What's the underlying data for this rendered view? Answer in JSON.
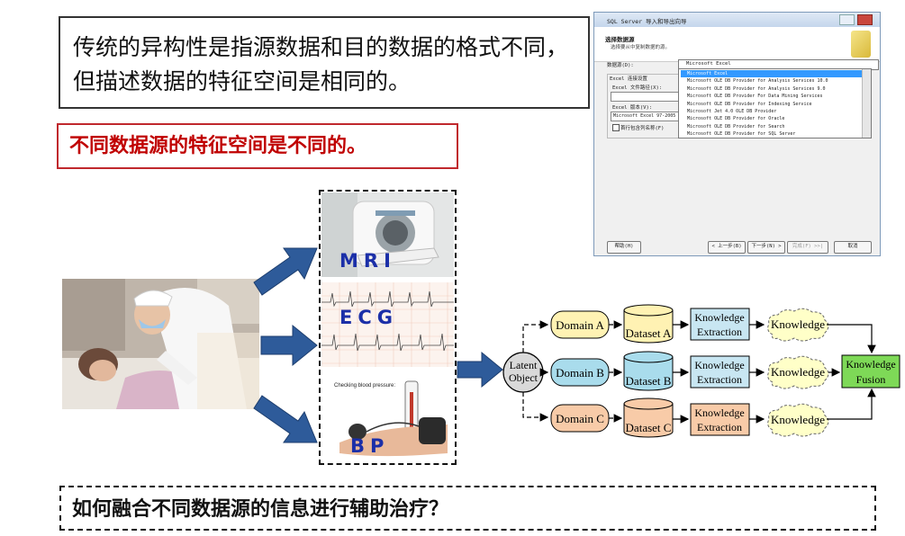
{
  "definition_text": {
    "line1": "传统的异构性是指源数据和目的数据的格式不同，",
    "line2": "但描述数据的特征空间是相同的。"
  },
  "highlight_text": "不同数据源的特征空间是不同的。",
  "question_text": "如何融合不同数据源的信息进行辅助治疗？",
  "modalities": {
    "mri": "MRI",
    "ecg": "ECG",
    "bp": "BP",
    "bp_caption": "Checking blood pressure:"
  },
  "diagram": {
    "latent_object": [
      "Latent",
      "Object"
    ],
    "domains": [
      "Domain A",
      "Domain B",
      "Domain C"
    ],
    "datasets": [
      "Dataset A",
      "Dataset B",
      "Dataset C"
    ],
    "extraction": [
      "Knowledge",
      "Extraction"
    ],
    "knowledge": "Knowledge",
    "fusion": [
      "Knowledge",
      "Fusion"
    ],
    "colors": {
      "domain_a": "#fff2b3",
      "domain_b": "#a9dcec",
      "domain_c": "#f8cba8",
      "extraction": "#c8e6f2",
      "fusion": "#7ed957",
      "knowledge": "#ffffc8",
      "arrow_blue": "#2e5b9a"
    }
  },
  "sql_dialog": {
    "title": "SQL Server 导入和导出向导",
    "header_title": "选择数据源",
    "header_sub": "选择要从中复制数据的源。",
    "datasource_label": "数据源(D):",
    "datasource_value": "Microsoft Excel",
    "conn_settings": "Excel 连接设置",
    "file_path_label": "Excel 文件路径(X):",
    "version_label": "Excel 版本(V):",
    "version_value": "Microsoft Excel 97-2005",
    "first_row_label": "首行包含列名称(F)",
    "options": [
      "Microsoft Excel",
      "Microsoft OLE DB Provider for Analysis Services 10.0",
      "Microsoft OLE DB Provider for Analysis Services 9.0",
      "Microsoft OLE DB Provider For Data Mining Services",
      "Microsoft OLE DB Provider for Indexing Service",
      "Microsoft Jet 4.0 OLE DB Provider",
      "Microsoft OLE DB Provider for Oracle",
      "Microsoft OLE DB Provider for Search",
      "Microsoft OLE DB Provider for SQL Server"
    ],
    "buttons": {
      "help": "帮助(H)",
      "back": "< 上一步(B)",
      "next": "下一步(N) >",
      "finish": "完成(F) >>|",
      "cancel": "取消"
    }
  }
}
